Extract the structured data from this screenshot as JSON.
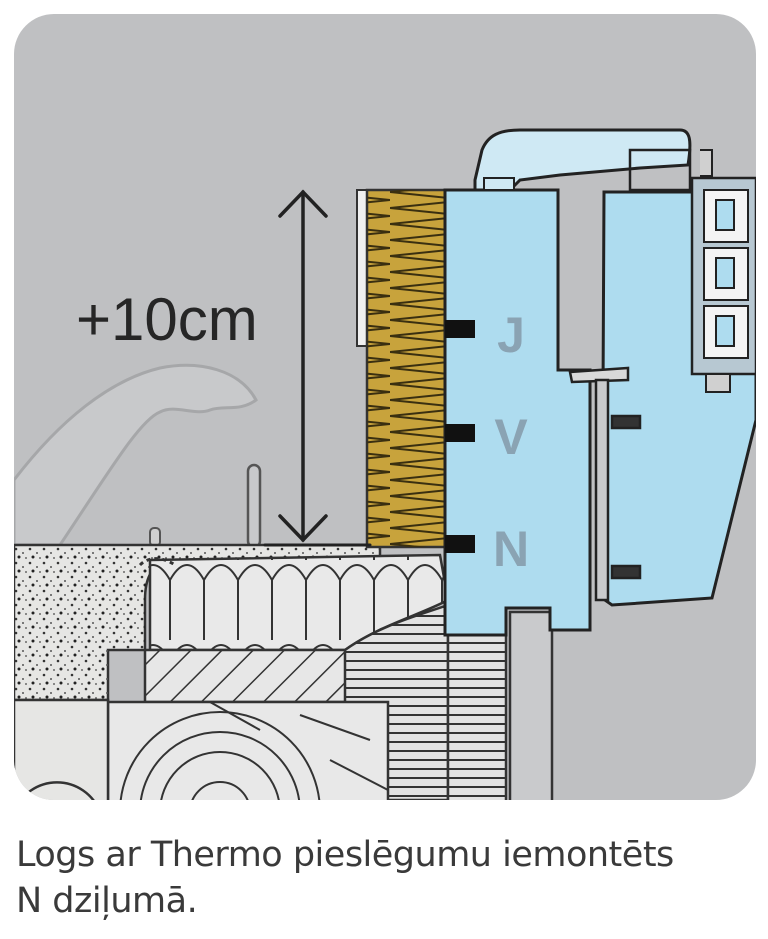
{
  "dimension": {
    "label": "+10cm"
  },
  "depth_markers": [
    {
      "label": "J"
    },
    {
      "label": "V"
    },
    {
      "label": "N"
    }
  ],
  "caption": {
    "line1": "Logs ar Thermo pieslēgumu iemontēts",
    "line2": "N dziļumā."
  },
  "colors": {
    "background": "#bfc0c2",
    "frame": "#aedcef",
    "insulation": "#c8a33c",
    "plaster": "#e6e6e4",
    "outline": "#222222"
  }
}
